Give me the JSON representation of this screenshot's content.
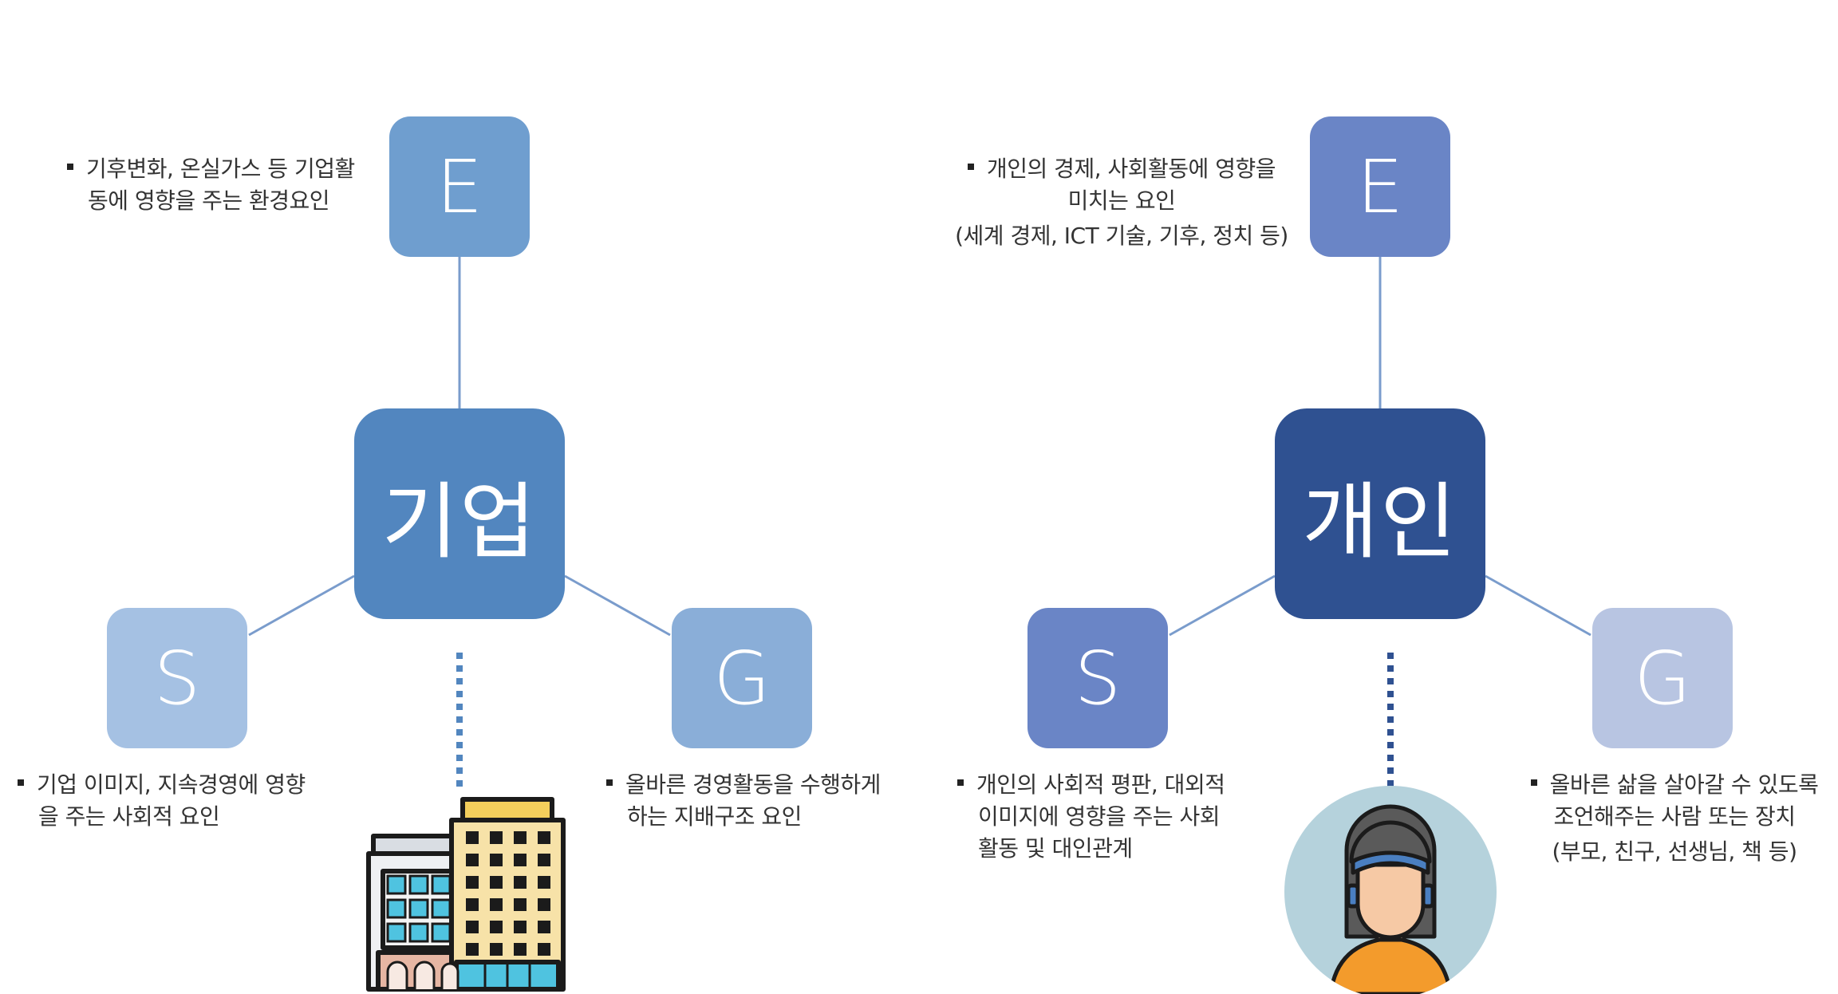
{
  "corporate": {
    "center": "기업",
    "e": {
      "letter": "E",
      "lines": [
        "기후변화, 온실가스 등 기업활",
        "동에 영향을 주는 환경요인"
      ]
    },
    "s": {
      "letter": "S",
      "lines": [
        "기업 이미지, 지속경영에 영향",
        "을 주는 사회적 요인"
      ]
    },
    "g": {
      "letter": "G",
      "lines": [
        "올바른 경영활동을 수행하게",
        "하는 지배구조 요인"
      ]
    },
    "icon": "office-building-icon"
  },
  "individual": {
    "center": "개인",
    "e": {
      "letter": "E",
      "lines": [
        "개인의 경제, 사회활동에 영향을",
        "미치는 요인",
        "(세계 경제, ICT 기술, 기후, 정치 등)"
      ]
    },
    "s": {
      "letter": "S",
      "lines": [
        "개인의 사회적 평판, 대외적",
        "이미지에 영향을 주는 사회",
        "활동 및 대인관계"
      ]
    },
    "g": {
      "letter": "G",
      "lines": [
        "올바른 삶을 살아갈 수 있도록",
        "조언해주는 사람 또는 장치",
        "(부모, 친구, 선생님, 책 등)"
      ]
    },
    "icon": "person-avatar-icon"
  },
  "colors": {
    "corp_e": "#6f9ecf",
    "corp_center": "#5286bf",
    "corp_s": "#a5c1e3",
    "corp_g": "#8aaed8",
    "ind_e": "#6a85c6",
    "ind_center": "#2f5191",
    "ind_s": "#6a85c6",
    "ind_g": "#b8c5e2",
    "connector": "#7a9ccc"
  }
}
